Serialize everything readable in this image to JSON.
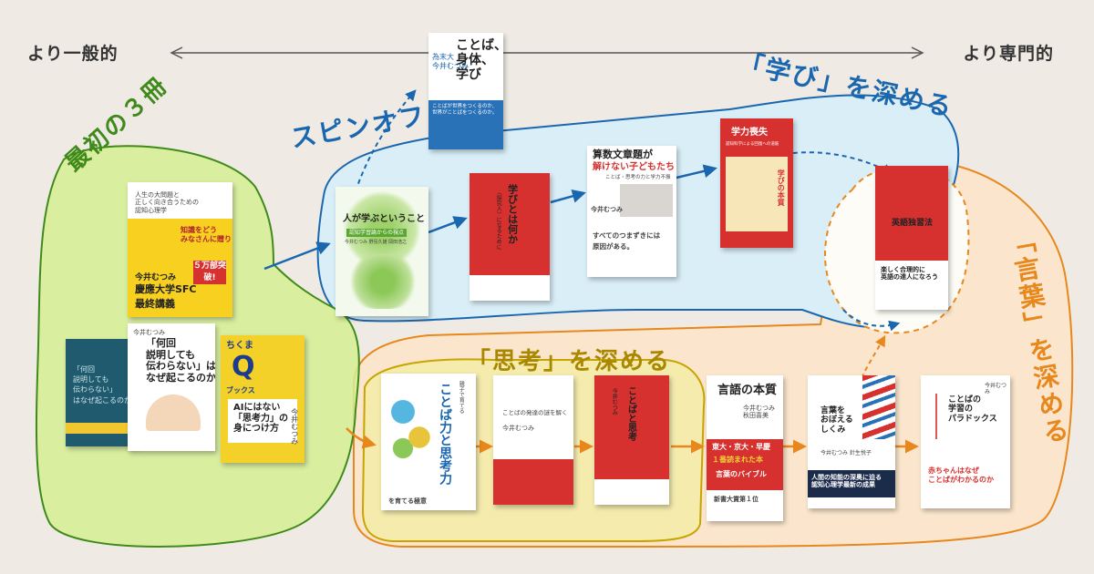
{
  "axis": {
    "left_label": "より一般的",
    "right_label": "より専門的"
  },
  "groups": {
    "first": "最初の３冊",
    "spinoff": "スピンオフ",
    "manabi": "「学び」を深める",
    "shikou": "「思考」を深める",
    "kotoba": "「言葉」を深める"
  },
  "colors": {
    "green": "#d5ef93",
    "green_line": "#3f8a1a",
    "blue": "#d9eef7",
    "blue_line": "#1a67b0",
    "orange": "#fbe6cd",
    "orange_line": "#e8871c",
    "yellow": "#f4ebad",
    "yellow_line": "#c8a400"
  },
  "books": {
    "keio": {
      "top_text": "人生の大問題と\n正しく向き合うための\n認知心理学",
      "body": "知識をどう\nみなさんに贈ります。",
      "badge": "５万部突破!",
      "author": "今井むつみ",
      "title_line1": "慶應大学SFC",
      "title_line2": "最終講義"
    },
    "nanka": {
      "author": "今井むつみ",
      "title": "「何回\n説明しても\n伝わらない」は\nなぜ起こるのか？"
    },
    "nanka2": {
      "title": "「何回\n説明しても\n伝わらない」\nはなぜ起こるのか？"
    },
    "chikuma": {
      "series": "ちくま",
      "q": "Q",
      "series2": "ブックス",
      "title": "AIにはない\n「思考力」の\n身につけ方",
      "author": "今井むつみ"
    },
    "kotoba_shintai": {
      "title": "ことば、\n身体、\n学び",
      "authors": "為末大\n今井むつみ",
      "sub": "ことばが世界をつくるのか、\n世界がことばをつくるのか。"
    },
    "hito_manabu": {
      "title": "人が学ぶということ",
      "sub": "認知学習論からの視点",
      "authors": "今井むつみ 野島久雄 岡田浩之"
    },
    "manabi_nanika": {
      "title": "学びとは何か",
      "sub": "〈探究人〉になるために"
    },
    "sansu": {
      "title1": "算数文章題が",
      "title2": "解けない子どもたち",
      "sub": "ことば・思考の力と学力不振",
      "author": "今井むつみ",
      "tagline1": "すべてのつまずきには",
      "tagline2": "原因がある。"
    },
    "gakuryoku": {
      "title": "学力喪失",
      "sub": "認知科学による回復への道筋",
      "tagline": "学びの本質"
    },
    "eigo": {
      "title": "英語独習法",
      "tagline": "楽しく合理的に\n英語の達人になろう"
    },
    "kotobaryoku": {
      "title": "ことば力と思考力",
      "sub": "親子で育てる",
      "tagline": "を育てる極意"
    },
    "hattatsu": {
      "title": "ことばの発達の謎を解く",
      "author": "今井むつみ"
    },
    "kotoba_shikou": {
      "title": "ことばと思考",
      "author": "今井むつみ"
    },
    "gengo": {
      "title": "言語の本質",
      "authors": "今井むつみ\n秋田喜美",
      "banner1": "東大・京大・早慶",
      "banner2": "１番読まれた本",
      "banner3": "言葉のバイブル",
      "award": "新書大賞第１位"
    },
    "oboeru": {
      "title": "言葉を\nおぼえる\nしくみ",
      "authors": "今井むつみ 針生悦子",
      "tagline": "人間の知能の深奥に迫る\n認知心理学最新の成果"
    },
    "paradox": {
      "title": "ことばの\n学習の\nパラドックス",
      "author": "今井むつみ",
      "tagline": "赤ちゃんはなぜ\nことばがわかるのか"
    }
  }
}
